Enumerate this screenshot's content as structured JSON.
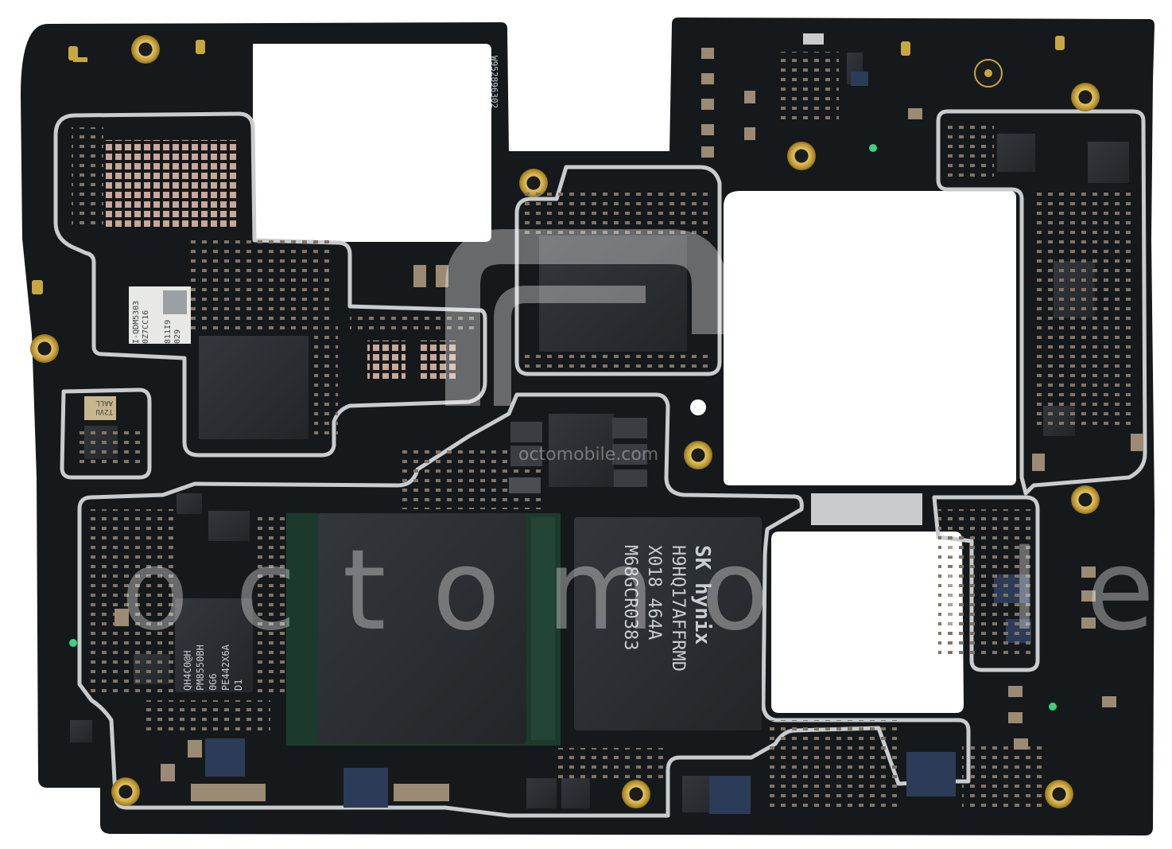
{
  "image": {
    "subject": "smartphone-motherboard",
    "colors": {
      "background": "#ffffff",
      "pcb": "#16191b",
      "shield": "#c9ccce",
      "gold": "#c9a640",
      "chip": "#2a2d30",
      "solder_pad": "#c8a89a",
      "capacitor": "#9b8a74",
      "watermark": "#ffffff"
    }
  },
  "watermark": {
    "text_large": "octomobile",
    "text_small": "octomobile.com"
  },
  "chips": {
    "memory": {
      "line1": "SK hynix",
      "line2": "H9HQ17AFFRMD",
      "line3": "X018  464A",
      "line4": "M68GCR0383"
    },
    "pmic": {
      "line1": "QH4C0@H",
      "line2": "PM8550BH",
      "line3": "0G6",
      "line4": "PE442X6A",
      "line5": "D1"
    },
    "rf_module": {
      "line1": "I-QDM5303",
      "line2": "0Z7CC16",
      "line3": "811I9",
      "line4": "029"
    },
    "small_ic": {
      "line1": "T2VU",
      "line2": "AALL"
    },
    "edge_code": "W952896302"
  }
}
